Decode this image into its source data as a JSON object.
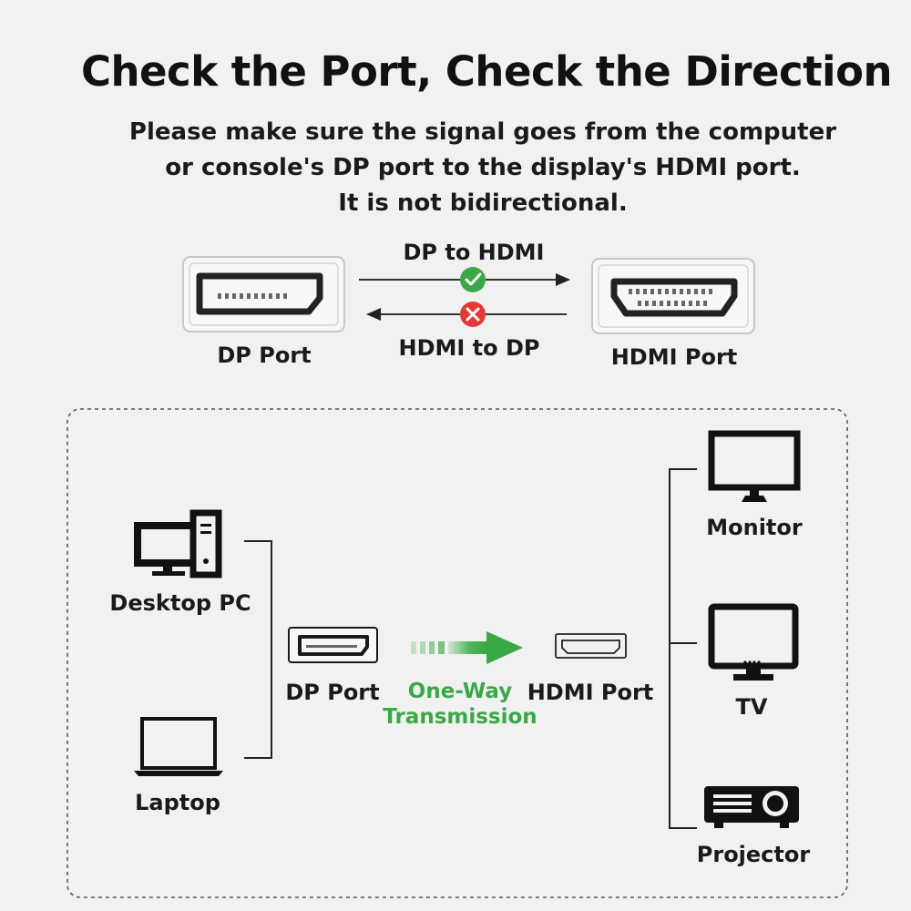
{
  "header": {
    "title": "Check the Port, Check the Direction",
    "subtitle_lines": [
      "Please make sure the signal goes from the computer",
      "or console's DP port to the display's HDMI port.",
      "It is not bidirectional."
    ]
  },
  "direction": {
    "forward_label": "DP to HDMI",
    "reverse_label": "HDMI to DP",
    "left_port_label": "DP Port",
    "right_port_label": "HDMI Port",
    "check_icon": "check-circle-icon",
    "cross_icon": "x-circle-icon"
  },
  "flow": {
    "sources": [
      "Desktop PC",
      "Laptop"
    ],
    "source_port": "DP Port",
    "transmission_lines": [
      "One-Way",
      "Transmission"
    ],
    "target_port": "HDMI Port",
    "displays": [
      "Monitor",
      "TV",
      "Projector"
    ]
  },
  "colors": {
    "accent_green": "#3aa847",
    "error_red": "#e53935",
    "background": "#f1f1f1"
  }
}
